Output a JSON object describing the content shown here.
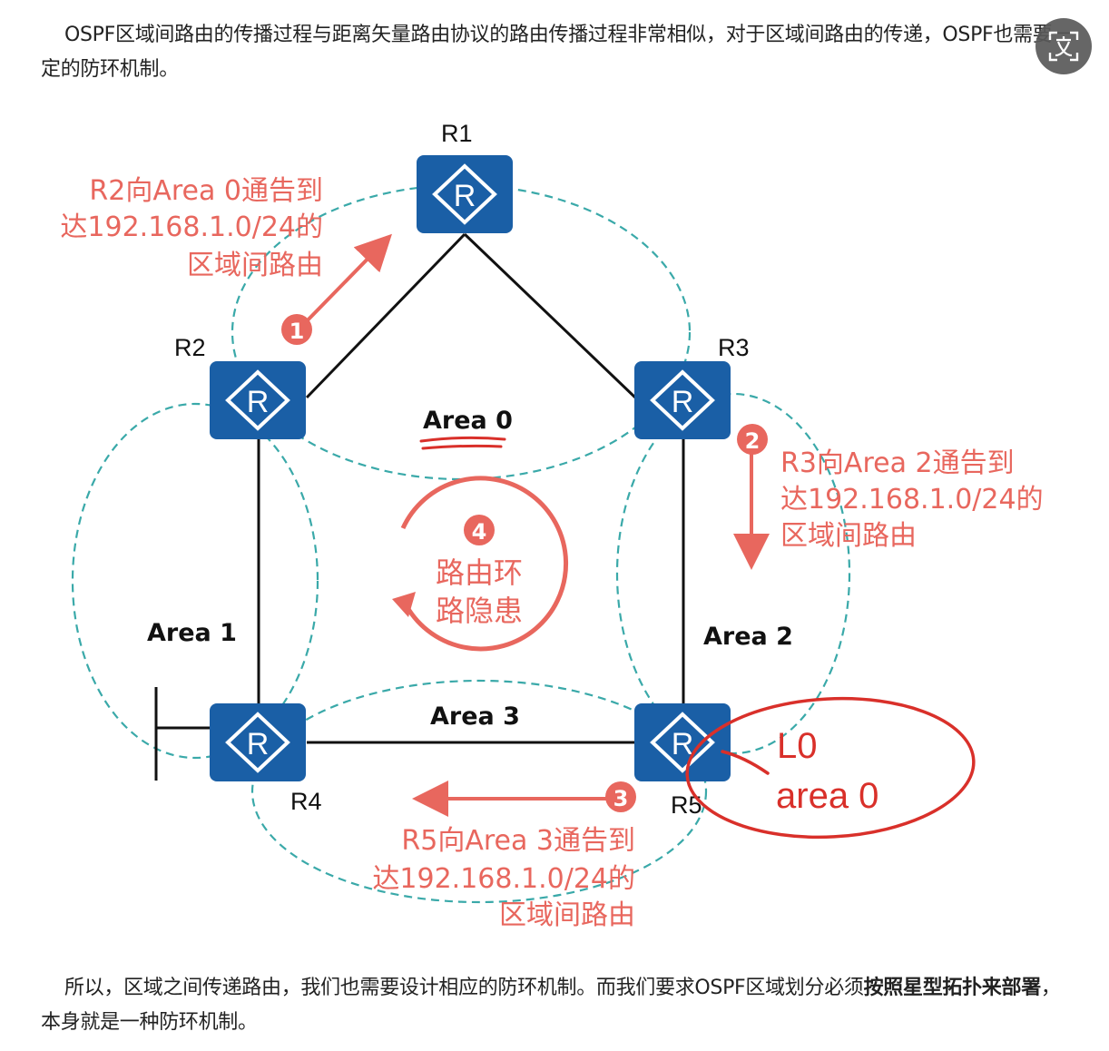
{
  "intro_text": "OSPF区域间路由的传播过程与距离矢量路由协议的路由传播过程非常相似，对于区域间路由的传递，OSPF也需要一定的防环机制。",
  "outro": {
    "before_bold": "所以，区域之间传递路由，我们也需要设计相应的防环机制。而我们要求OSPF区域划分必须",
    "bold": "按照星型拓扑来部署",
    "after_bold": "，本身就是一种防环机制。"
  },
  "routers": {
    "r1": {
      "label": "R1",
      "glyph": "R"
    },
    "r2": {
      "label": "R2",
      "glyph": "R"
    },
    "r3": {
      "label": "R3",
      "glyph": "R"
    },
    "r4": {
      "label": "R4",
      "glyph": "R"
    },
    "r5": {
      "label": "R5",
      "glyph": "R"
    }
  },
  "areas": {
    "area0": "Area 0",
    "area1": "Area 1",
    "area2": "Area 2",
    "area3": "Area 3"
  },
  "steps": {
    "s1": {
      "num": "1",
      "lines": [
        "R2向Area 0通告到",
        "达192.168.1.0/24的",
        "区域间路由"
      ]
    },
    "s2": {
      "num": "2",
      "lines": [
        "R3向Area 2通告到",
        "达192.168.1.0/24的",
        "区域间路由"
      ]
    },
    "s3": {
      "num": "3",
      "lines": [
        "R5向Area 3通告到",
        "达192.168.1.0/24的",
        "区域间路由"
      ]
    },
    "s4": {
      "num": "4",
      "lines": [
        "路由环",
        "路隐患"
      ]
    }
  },
  "handwritten": {
    "line1": "L0",
    "line2": "area 0"
  },
  "colors": {
    "router_fill": "#1a5fa6",
    "accent_red": "#e8675e",
    "dashed_teal": "#3aa9a9",
    "ink_red": "#d9302a"
  },
  "icons": {
    "translate_button": "translate-icon"
  }
}
